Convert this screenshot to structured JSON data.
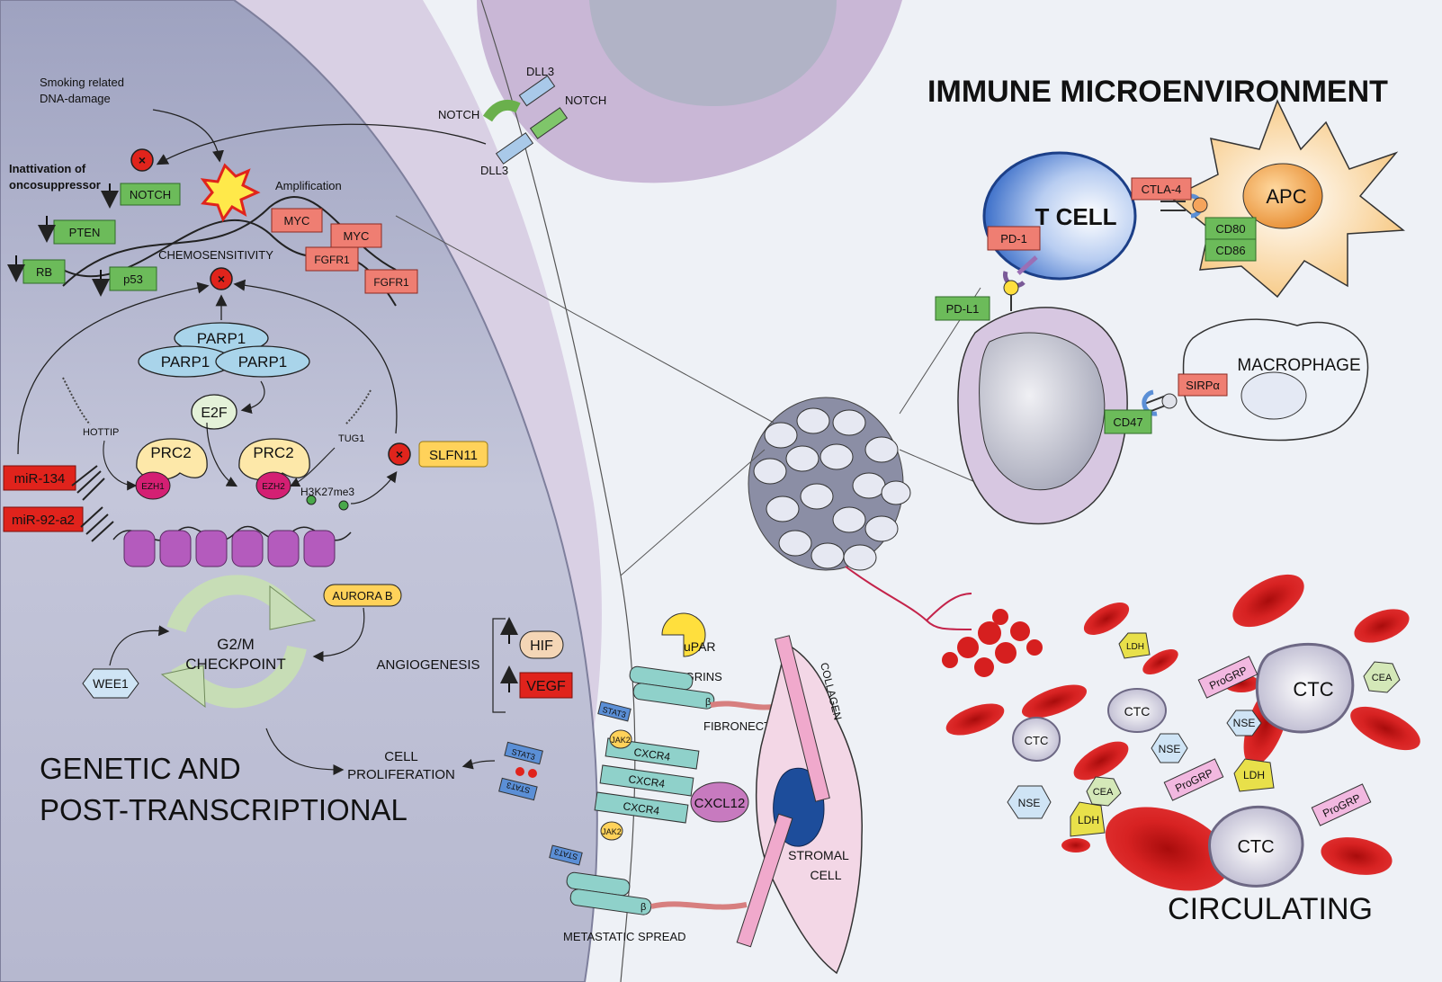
{
  "titles": {
    "immune": "IMMUNE MICROENVIRONMENT",
    "genetic_line1": "GENETIC AND",
    "genetic_line2": "POST-TRANSCRIPTIONAL",
    "circulating": "CIRCULATING"
  },
  "notch_signaling": {
    "smoking_line1": "Smoking related",
    "smoking_line2": "DNA-damage",
    "inactivation_line1": "Inattivation of",
    "inactivation_line2": "oncosuppressor",
    "amplification": "Amplification",
    "chemosensitivity": "CHEMOSENSITIVITY",
    "dll3_top": "DLL3",
    "dll3_bottom": "DLL3",
    "notch_left": "NOTCH",
    "notch_right": "NOTCH"
  },
  "genes": {
    "notch": "NOTCH",
    "pten": "PTEN",
    "rb": "RB",
    "p53": "p53",
    "myc": "MYC",
    "fgfr1": "FGFR1"
  },
  "epigenetics": {
    "parp1": "PARP1",
    "e2f": "E2F",
    "prc2": "PRC2",
    "ezh1": "EZH1",
    "ezh2": "EZH2",
    "hottip": "HOTTIP",
    "tug1": "TUG1",
    "h3k27me3": "H3K27me3",
    "slfn11": "SLFN11",
    "mir134": "miR-134",
    "mir92": "miR-92-a2"
  },
  "cell_cycle": {
    "aurora": "AURORA B",
    "g2m_line1": "G2/M",
    "g2m_line2": "CHECKPOINT",
    "wee1": "WEE1",
    "angiogenesis": "ANGIOGENESIS",
    "hif": "HIF",
    "vegf": "VEGF",
    "proliferation_line1": "CELL",
    "proliferation_line2": "PROLIFERATION"
  },
  "stroma": {
    "upar": "uPAR",
    "integrins": "INTEGRINS",
    "fibronectin": "FIBRONECTIN",
    "collagen": "COLLAGEN",
    "stat3": "STAT3",
    "jak2": "JAK2",
    "cxcr4": "CXCR4",
    "cxcl12": "CXCL12",
    "stromal_line1": "STROMAL",
    "stromal_line2": "CELL",
    "metastatic": "METASTATIC SPREAD",
    "beta": "β"
  },
  "immune": {
    "t_cell": "T CELL",
    "apc": "APC",
    "ctla4": "CTLA-4",
    "cd80": "CD80",
    "cd86": "CD86",
    "pd1": "PD-1",
    "pdl1": "PD-L1",
    "macrophage": "MACROPHAGE",
    "sirpa": "SIRPα",
    "cd47": "CD47"
  },
  "circulating": {
    "ctc": "CTC",
    "ldh": "LDH",
    "nse": "NSE",
    "cea": "CEA",
    "progrp": "ProGRP"
  },
  "colors": {
    "green_tag": "#5cb85c",
    "red_tag": "#e8746a",
    "dark_red_tag": "#e0231c",
    "yellow_tag": "#ffd25a",
    "nucleus_bg": "#b4b6cf",
    "cytoplasm": "#d9d0e6",
    "tcell_blue": "#3a6fcf",
    "apc_orange": "#f5b65c",
    "rbc_red": "#d61f1f"
  }
}
